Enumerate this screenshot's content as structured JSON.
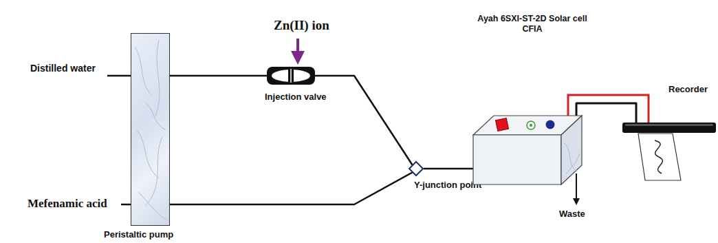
{
  "diagram": {
    "nodes": [
      {
        "text": [
          "Peristaltic pump"
        ]
      },
      {
        "text": [
          "Injection valve"
        ]
      },
      {
        "text": [
          "Y-junction point"
        ]
      },
      {
        "text": [
          "Ayah 6SXI-ST-2D Solar cell CFIA"
        ]
      },
      {
        "text": [
          "Recorder"
        ]
      }
    ],
    "edges": [
      {
        "from": 0,
        "to": 1,
        "arrow": "none"
      },
      {
        "from": 1,
        "to": 2,
        "arrow": "none"
      },
      {
        "from": 0,
        "to": 2,
        "arrow": "none"
      },
      {
        "from": 2,
        "to": 3,
        "arrow": "none"
      },
      {
        "from": 3,
        "to": 4,
        "arrow": "none"
      }
    ],
    "labels": [
      "Zn(II) ion",
      "Distilled water",
      "Mefenamic acid",
      "Waste"
    ]
  }
}
